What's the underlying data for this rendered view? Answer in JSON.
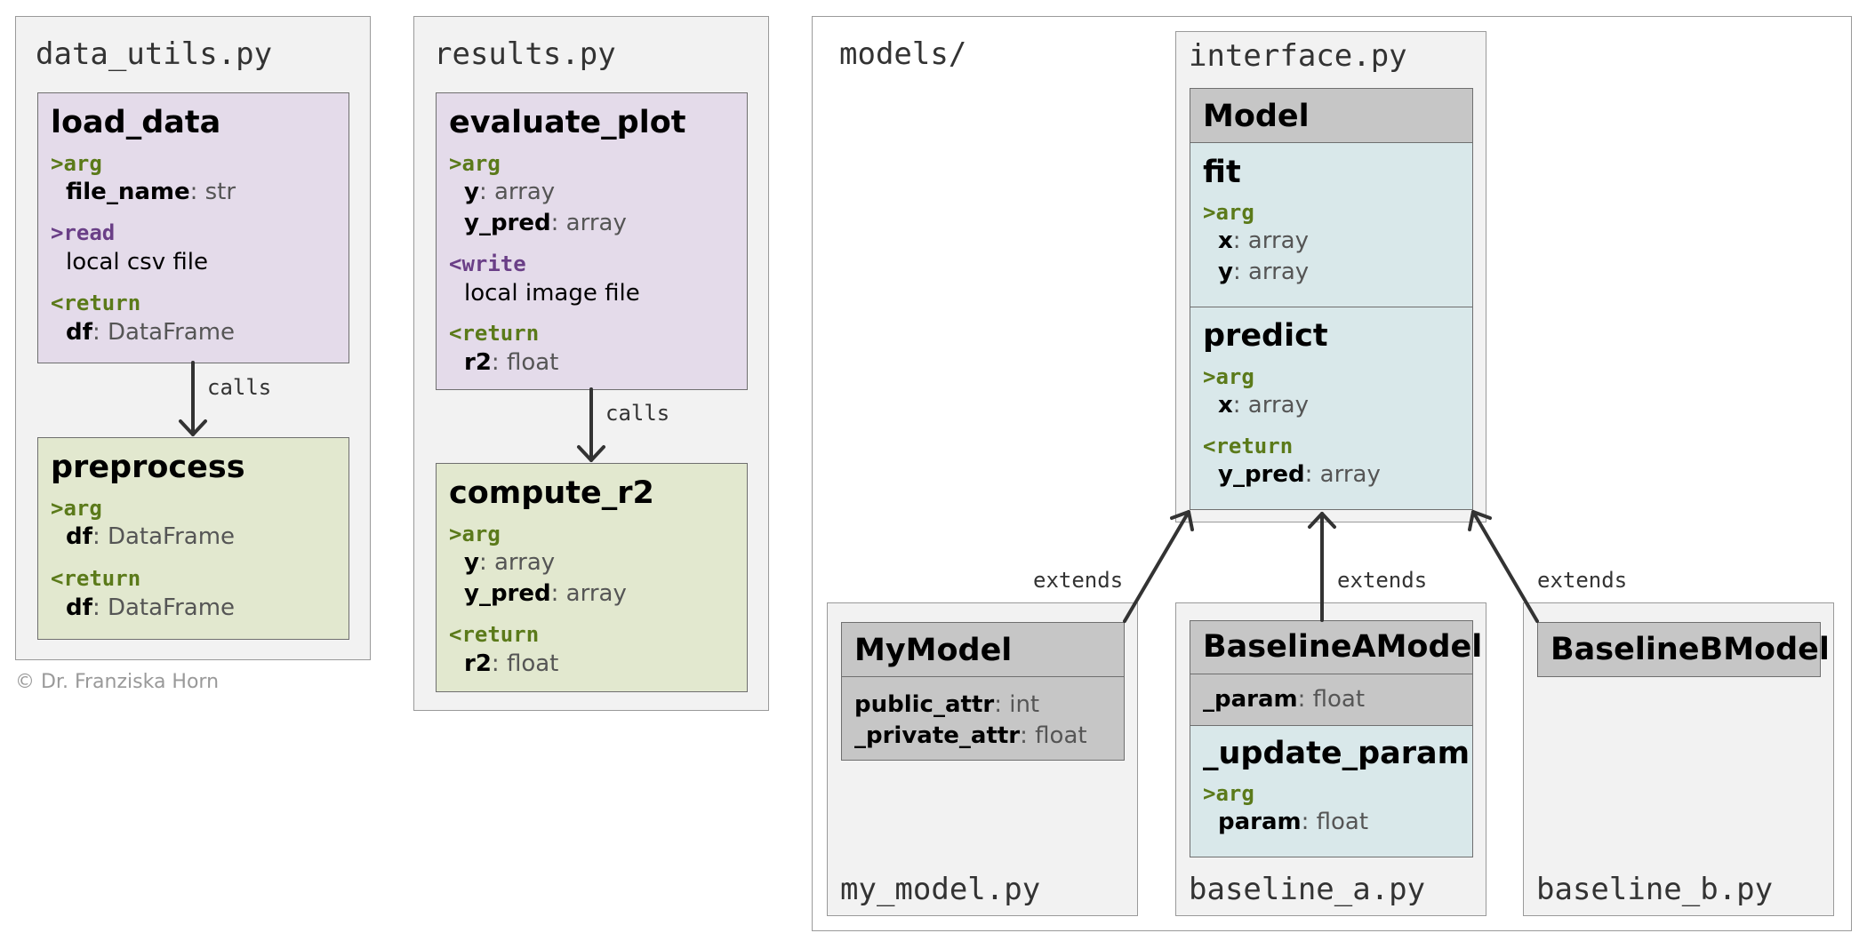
{
  "data_utils": {
    "module_title": "data_utils.py",
    "load_data": {
      "name": "load_data",
      "arg_label": ">arg",
      "arg_name": "file_name",
      "arg_type": ": str",
      "read_label": ">read",
      "read_value": "local csv file",
      "return_label": "<return",
      "return_name": "df",
      "return_type": ": DataFrame"
    },
    "calls_label": "calls",
    "preprocess": {
      "name": "preprocess",
      "arg_label": ">arg",
      "arg_name": "df",
      "arg_type": ": DataFrame",
      "return_label": "<return",
      "return_name": "df",
      "return_type": ": DataFrame"
    }
  },
  "copyright": "© Dr. Franziska Horn",
  "results": {
    "module_title": "results.py",
    "evaluate_plot": {
      "name": "evaluate_plot",
      "arg_label": ">arg",
      "arg1_name": "y",
      "arg1_type": ": array",
      "arg2_name": "y_pred",
      "arg2_type": ": array",
      "write_label": "<write",
      "write_value": "local image file",
      "return_label": "<return",
      "return_name": "r2",
      "return_type": ": float"
    },
    "calls_label": "calls",
    "compute_r2": {
      "name": "compute_r2",
      "arg_label": ">arg",
      "arg1_name": "y",
      "arg1_type": ": array",
      "arg2_name": "y_pred",
      "arg2_type": ": array",
      "return_label": "<return",
      "return_name": "r2",
      "return_type": ": float"
    }
  },
  "models": {
    "folder_title": "models/",
    "interface": {
      "module_title": "interface.py",
      "class_name": "Model",
      "fit": {
        "name": "fit",
        "arg_label": ">arg",
        "arg1_name": "x",
        "arg1_type": ": array",
        "arg2_name": "y",
        "arg2_type": ": array"
      },
      "predict": {
        "name": "predict",
        "arg_label": ">arg",
        "arg1_name": "x",
        "arg1_type": ": array",
        "return_label": "<return",
        "return_name": "y_pred",
        "return_type": ": array"
      }
    },
    "extends_label": "extends",
    "my_model": {
      "module_title": "my_model.py",
      "class_name": "MyModel",
      "attr1_name": "public_attr",
      "attr1_type": ": int",
      "attr2_name": "_private_attr",
      "attr2_type": ": float"
    },
    "baseline_a": {
      "module_title": "baseline_a.py",
      "class_name": "BaselineAModel",
      "attr1_name": "_param",
      "attr1_type": ": float",
      "method": {
        "name": "_update_param",
        "arg_label": ">arg",
        "arg1_name": "param",
        "arg1_type": ": float"
      }
    },
    "baseline_b": {
      "module_title": "baseline_b.py",
      "class_name": "BaselineBModel"
    }
  },
  "colors": {
    "function_purple": "#e4dbea",
    "function_green": "#e2e8cf",
    "method_blue": "#d9e8ea",
    "class_grey": "#c6c6c6",
    "tag_green": "#5b7a1a",
    "tag_purple": "#6a3f87"
  }
}
